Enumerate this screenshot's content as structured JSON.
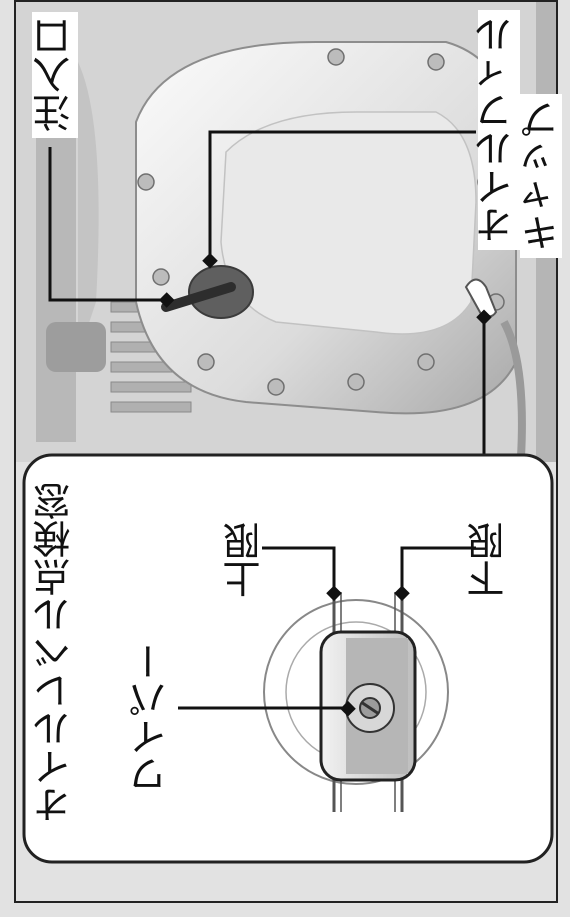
{
  "labels": {
    "filler_port": "注入口",
    "oil_filler_cap_line1": "オイルフィル",
    "oil_filler_cap_line2": "キャップ",
    "inspection_window": "オイルレベル点検窓",
    "upper_limit": "上限",
    "lower_limit": "下限",
    "wiper": "ワイパー"
  },
  "colors": {
    "background": "#e2e2e2",
    "frame": "#222222",
    "callout_line": "#111111",
    "engine_light": "#f0f0f0",
    "engine_mid": "#c8c8c8",
    "engine_dark": "#7a7a7a"
  }
}
